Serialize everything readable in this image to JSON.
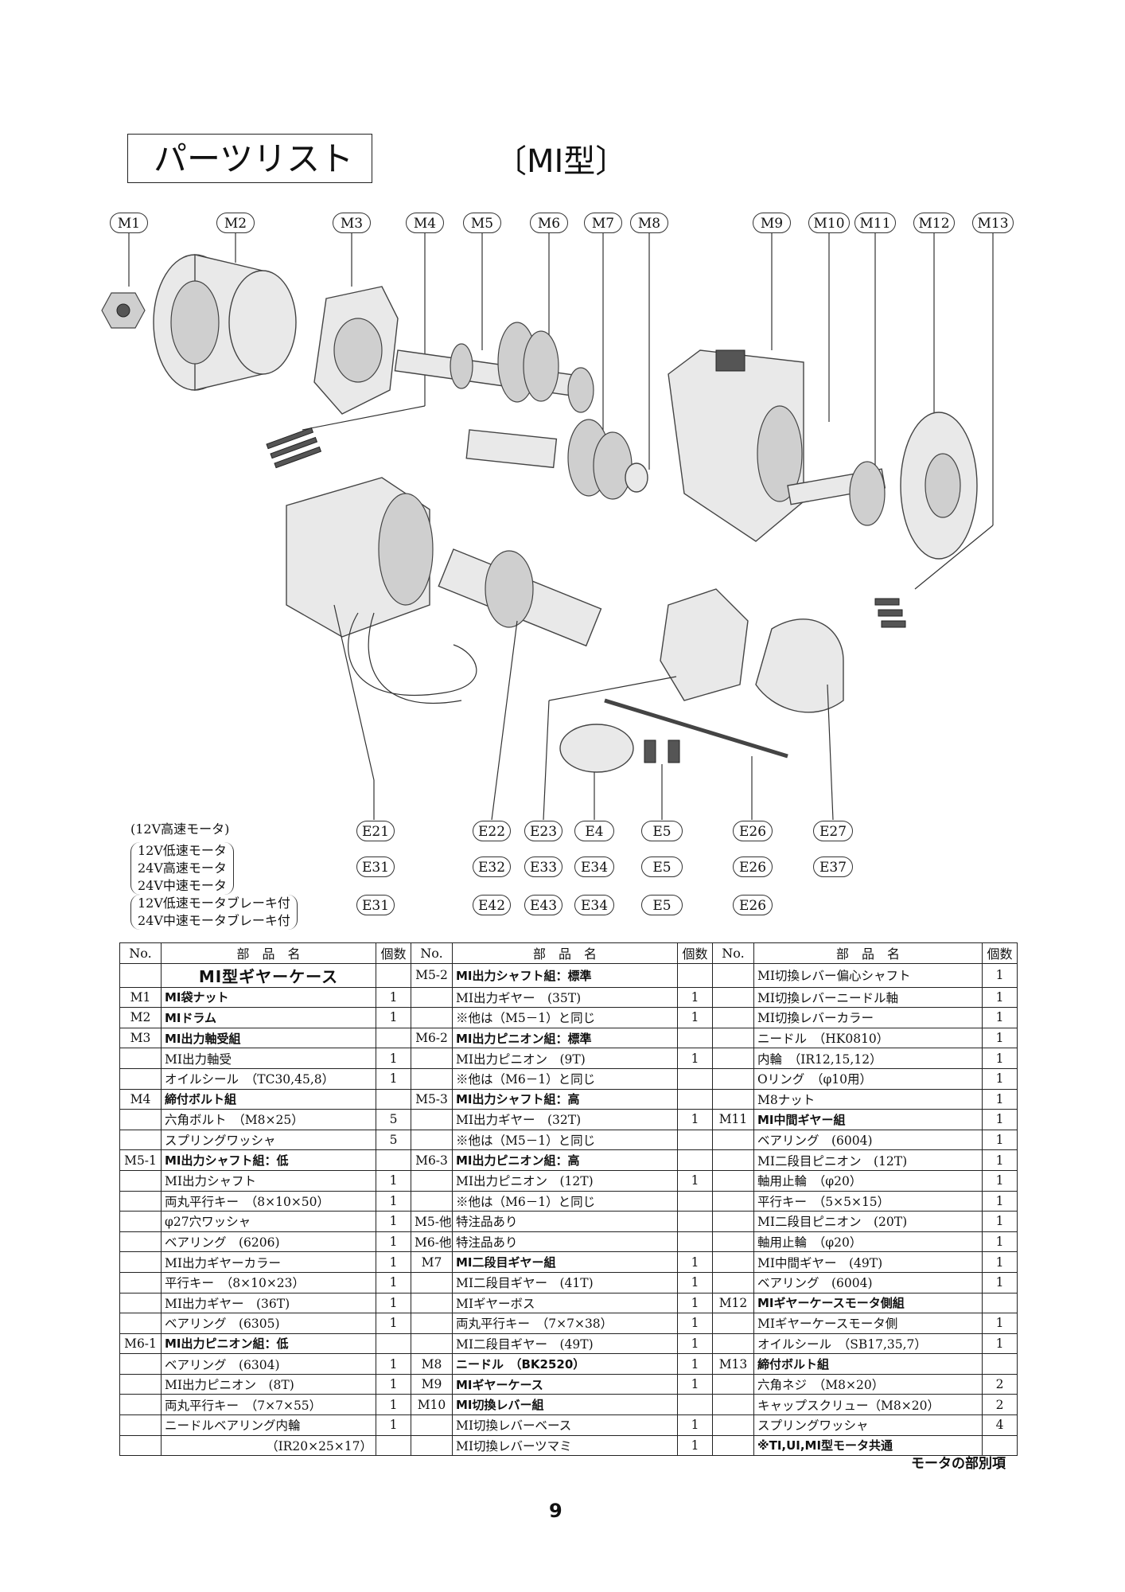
{
  "header": {
    "title": "パーツリスト",
    "model": "〔MI型〕"
  },
  "callouts_top": [
    "M1",
    "M2",
    "M3",
    "M4",
    "M5",
    "M6",
    "M7",
    "M8",
    "M9",
    "M10",
    "M11",
    "M12",
    "M13"
  ],
  "motor_rows": [
    {
      "label_lines": [
        "(12V高速モータ)"
      ],
      "codes": [
        "E21",
        "E22",
        "E23",
        "E4",
        "E5",
        "E26",
        "E27"
      ]
    },
    {
      "label_lines": [
        "12V低速モータ",
        "24V高速モータ",
        "24V中速モータ"
      ],
      "codes": [
        "E31",
        "E32",
        "E33",
        "E34",
        "E5",
        "E26",
        "E37"
      ]
    },
    {
      "label_lines": [
        "12V低速モータブレーキ付",
        "24V中速モータブレーキ付"
      ],
      "codes": [
        "E31",
        "E42",
        "E43",
        "E34",
        "E5",
        "E26",
        ""
      ]
    }
  ],
  "table": {
    "headers": {
      "no": "No.",
      "name": "部　品　名",
      "qty": "個数"
    },
    "rows": [
      [
        [
          "",
          "MI型ギヤーケース",
          "",
          "big"
        ],
        [
          "M5-2",
          "MI出力シャフト組：標準",
          "",
          "bold"
        ],
        [
          "",
          "MI切換レバー偏心シャフト",
          "1",
          ""
        ]
      ],
      [
        [
          "M1",
          "MI袋ナット",
          "1",
          "bold"
        ],
        [
          "",
          "MI出力ギヤー　(35T)",
          "1",
          ""
        ],
        [
          "",
          "MI切換レバーニードル軸",
          "1",
          ""
        ]
      ],
      [
        [
          "M2",
          "MIドラム",
          "1",
          "bold"
        ],
        [
          "",
          "※他は（M5－1）と同じ",
          "1",
          ""
        ],
        [
          "",
          "MI切換レバーカラー",
          "1",
          ""
        ]
      ],
      [
        [
          "M3",
          "MI出力軸受組",
          "",
          "bold"
        ],
        [
          "M6-2",
          "MI出力ピニオン組：標準",
          "",
          "bold"
        ],
        [
          "",
          "ニードル　（HK0810）",
          "1",
          ""
        ]
      ],
      [
        [
          "",
          "MI出力軸受",
          "1",
          ""
        ],
        [
          "",
          "MI出力ピニオン　(9T)",
          "1",
          ""
        ],
        [
          "",
          "内輪　（IR12,15,12）",
          "1",
          ""
        ]
      ],
      [
        [
          "",
          "オイルシール　（TC30,45,8）",
          "1",
          ""
        ],
        [
          "",
          "※他は（M6－1）と同じ",
          "",
          ""
        ],
        [
          "",
          "Oリング　（φ10用）",
          "1",
          ""
        ]
      ],
      [
        [
          "M4",
          "締付ボルト組",
          "",
          "bold"
        ],
        [
          "M5-3",
          "MI出力シャフト組：高",
          "",
          "bold"
        ],
        [
          "",
          "M8ナット",
          "1",
          ""
        ]
      ],
      [
        [
          "",
          "六角ボルト　（M8×25）",
          "5",
          ""
        ],
        [
          "",
          "MI出力ギヤー　(32T)",
          "1",
          ""
        ],
        [
          "M11",
          "MI中間ギヤー組",
          "1",
          "bold"
        ]
      ],
      [
        [
          "",
          "スプリングワッシャ",
          "5",
          ""
        ],
        [
          "",
          "※他は（M5－1）と同じ",
          "",
          ""
        ],
        [
          "",
          "ベアリング　(6004)",
          "1",
          ""
        ]
      ],
      [
        [
          "M5-1",
          "MI出力シャフト組：低",
          "",
          "bold"
        ],
        [
          "M6-3",
          "MI出力ピニオン組：高",
          "",
          "bold"
        ],
        [
          "",
          "MI二段目ピニオン　(12T)",
          "1",
          ""
        ]
      ],
      [
        [
          "",
          "MI出力シャフト",
          "1",
          ""
        ],
        [
          "",
          "MI出力ピニオン　(12T)",
          "1",
          ""
        ],
        [
          "",
          "軸用止輪　（φ20）",
          "1",
          ""
        ]
      ],
      [
        [
          "",
          "両丸平行キー　（8×10×50）",
          "1",
          ""
        ],
        [
          "",
          "※他は（M6－1）と同じ",
          "",
          ""
        ],
        [
          "",
          "平行キー　（5×5×15）",
          "1",
          ""
        ]
      ],
      [
        [
          "",
          "φ27穴ワッシャ",
          "1",
          ""
        ],
        [
          "M5-他",
          "特注品あり",
          "",
          ""
        ],
        [
          "",
          "MI二段目ピニオン　(20T)",
          "1",
          ""
        ]
      ],
      [
        [
          "",
          "ベアリング　(6206)",
          "1",
          ""
        ],
        [
          "M6-他",
          "特注品あり",
          "",
          ""
        ],
        [
          "",
          "軸用止輪　（φ20）",
          "1",
          ""
        ]
      ],
      [
        [
          "",
          "MI出力ギヤーカラー",
          "1",
          ""
        ],
        [
          "M7",
          "MI二段目ギヤー組",
          "1",
          "bold"
        ],
        [
          "",
          "MI中間ギヤー　(49T)",
          "1",
          ""
        ]
      ],
      [
        [
          "",
          "平行キー　（8×10×23）",
          "1",
          ""
        ],
        [
          "",
          "MI二段目ギヤー　(41T)",
          "1",
          ""
        ],
        [
          "",
          "ベアリング　(6004)",
          "1",
          ""
        ]
      ],
      [
        [
          "",
          "MI出力ギヤー　(36T)",
          "1",
          ""
        ],
        [
          "",
          "MIギヤーボス",
          "1",
          ""
        ],
        [
          "M12",
          "MIギヤーケースモータ側組",
          "",
          "bold"
        ]
      ],
      [
        [
          "",
          "ベアリング　(6305)",
          "1",
          ""
        ],
        [
          "",
          "両丸平行キー　（7×7×38）",
          "1",
          ""
        ],
        [
          "",
          "MIギヤーケースモータ側",
          "1",
          ""
        ]
      ],
      [
        [
          "M6-1",
          "MI出力ピニオン組：低",
          "",
          "bold"
        ],
        [
          "",
          "MI二段目ギヤー　(49T)",
          "1",
          ""
        ],
        [
          "",
          "オイルシール　（SB17,35,7）",
          "1",
          ""
        ]
      ],
      [
        [
          "",
          "ベアリング　(6304)",
          "1",
          ""
        ],
        [
          "M8",
          "ニードル　（BK2520）",
          "1",
          "bold"
        ],
        [
          "M13",
          "締付ボルト組",
          "",
          "bold"
        ]
      ],
      [
        [
          "",
          "MI出力ピニオン　(8T)",
          "1",
          ""
        ],
        [
          "M9",
          "MIギヤーケース",
          "1",
          "bold"
        ],
        [
          "",
          "六角ネジ　（M8×20）",
          "2",
          ""
        ]
      ],
      [
        [
          "",
          "両丸平行キー　（7×7×55）",
          "1",
          ""
        ],
        [
          "M10",
          "MI切換レバー組",
          "",
          "bold"
        ],
        [
          "",
          "キャップスクリュー（M8×20）",
          "2",
          ""
        ]
      ],
      [
        [
          "",
          "ニードルベアリング内輪",
          "1",
          ""
        ],
        [
          "",
          "MI切換レバーベース",
          "1",
          ""
        ],
        [
          "",
          "スプリングワッシャ",
          "4",
          ""
        ]
      ],
      [
        [
          "",
          "（IR20×25×17）",
          "",
          ""
        ],
        [
          "",
          "MI切換レバーツマミ",
          "1",
          ""
        ],
        [
          "",
          "※TI,UI,MI型モータ共通",
          "",
          "bold"
        ]
      ]
    ]
  },
  "footer_note": "モータの部別項",
  "page_number": "9"
}
